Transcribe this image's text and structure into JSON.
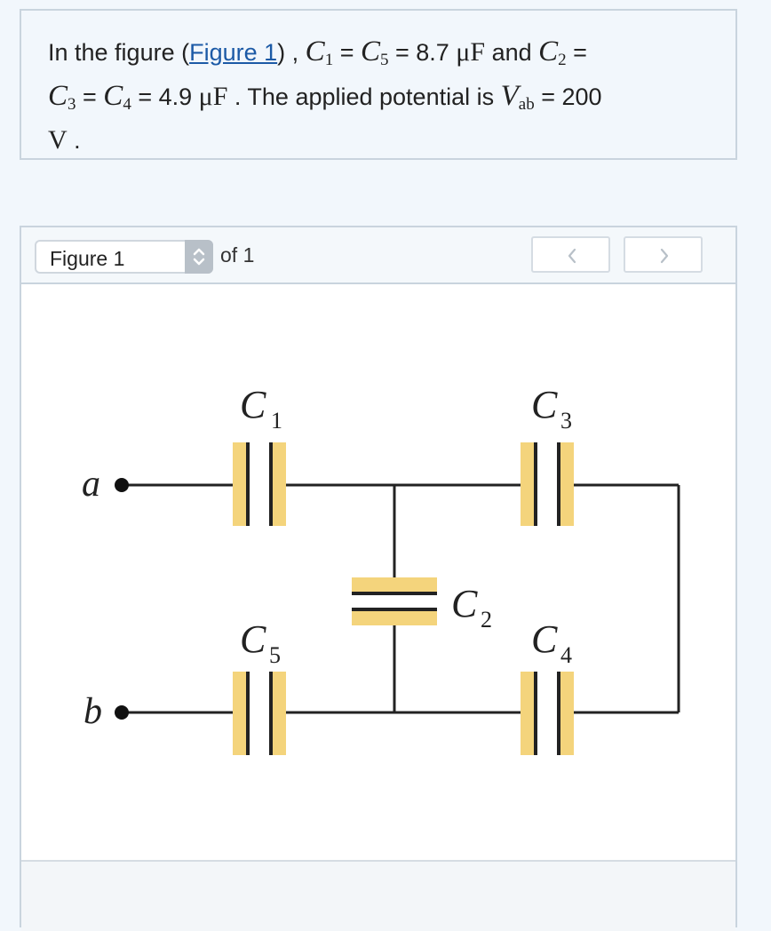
{
  "problem": {
    "intro": "In the figure (",
    "link": "Figure 1",
    "after_link": ") ,",
    "c1_sym": "C",
    "c1_sub": "1",
    "eq1": " = ",
    "c5_sym": "C",
    "c5_sub": "5",
    "eq_val1": " = 8.7 ",
    "unit_mu1": "μF",
    "and_text": " and ",
    "c2_sym": "C",
    "c2_sub": "2",
    "eq2": " = ",
    "c3_sym": "C",
    "c3_sub": "3",
    "eq3": " = ",
    "c4_sym": "C",
    "c4_sub": "4",
    "eq_val2": " = 4.9 ",
    "unit_mu2": "μF",
    "applied_text": " . The applied potential is ",
    "v_sym": "V",
    "v_sub": "ab",
    "eq_val3": " = 200",
    "unit_v": "V",
    "period": " ."
  },
  "figure_nav": {
    "select_value": "Figure 1",
    "of_text": "of 1",
    "prev_icon": "chevron-left-icon",
    "next_icon": "chevron-right-icon"
  },
  "circuit": {
    "node_a": "a",
    "node_b": "b",
    "capacitors": [
      {
        "id": "c1",
        "sym": "C",
        "sub": "1"
      },
      {
        "id": "c2",
        "sym": "C",
        "sub": "2"
      },
      {
        "id": "c3",
        "sym": "C",
        "sub": "3"
      },
      {
        "id": "c4",
        "sym": "C",
        "sub": "4"
      },
      {
        "id": "c5",
        "sym": "C",
        "sub": "5"
      }
    ],
    "plate_highlight_color": "#f4d47c",
    "wire_color": "#222222"
  }
}
